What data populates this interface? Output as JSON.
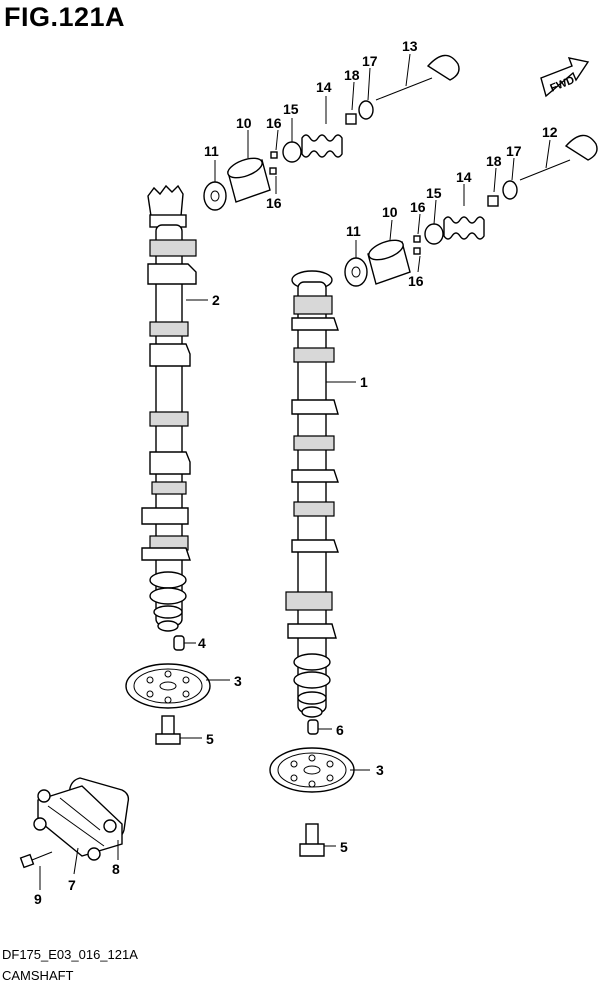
{
  "figure": {
    "title": "FIG.121A",
    "code": "DF175_E03_016_121A",
    "name": "CAMSHAFT",
    "fwd_label": "FWD"
  },
  "callouts": {
    "c1": "1",
    "c2": "2",
    "c3a": "3",
    "c3b": "3",
    "c4": "4",
    "c5a": "5",
    "c5b": "5",
    "c6": "6",
    "c7": "7",
    "c8": "8",
    "c9": "9",
    "c10a": "10",
    "c10b": "10",
    "c11a": "11",
    "c11b": "11",
    "c12": "12",
    "c13": "13",
    "c14a": "14",
    "c14b": "14",
    "c15a": "15",
    "c15b": "15",
    "c16a": "16",
    "c16b": "16",
    "c16c": "16",
    "c16d": "16",
    "c17a": "17",
    "c17b": "17",
    "c18a": "18",
    "c18b": "18"
  }
}
